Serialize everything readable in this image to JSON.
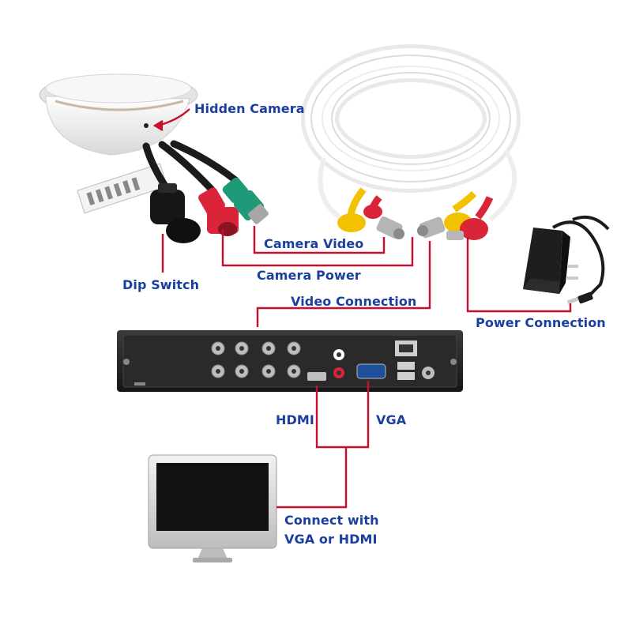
{
  "colors": {
    "label_text": "#1a3fa0",
    "leader_line": "#c8102e",
    "cable_red": "#d9243a",
    "cable_yellow": "#f2c200",
    "cable_green": "#1f9a78",
    "cable_white": "#f4f4f4"
  },
  "labels": {
    "hidden_camera": "Hidden Camera",
    "camera_video": "Camera Video",
    "camera_power": "Camera Power",
    "dip_switch": "Dip Switch",
    "video_connection": "Video Connection",
    "power_connection": "Power Connection",
    "hdmi": "HDMI",
    "vga": "VGA",
    "connect_line1": "Connect with",
    "connect_line2": "VGA or HDMI"
  },
  "devices": {
    "camera": "smoke-detector-camera",
    "cable": "bnc-power-cable-coil",
    "adapter": "power-adapter",
    "dvr": "dvr-recorder",
    "monitor": "monitor"
  }
}
